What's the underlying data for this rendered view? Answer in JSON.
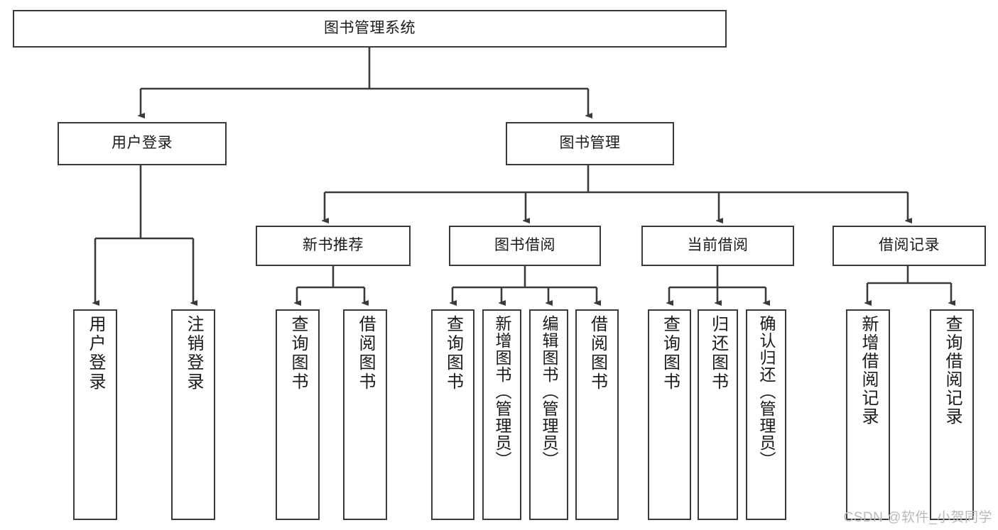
{
  "diagram": {
    "title": "图书管理系统",
    "type": "tree-hierarchy-chart",
    "colors": {
      "box_border": "#3a3a3a",
      "box_fill": "#ffffff",
      "connector": "#3a3a3a",
      "text": "#1a1a1a",
      "watermark": "#b9b9b9"
    },
    "root": {
      "label": "图书管理系统"
    },
    "level2": [
      {
        "label": "用户登录"
      },
      {
        "label": "图书管理"
      }
    ],
    "level3": [
      {
        "label": "新书推荐"
      },
      {
        "label": "图书借阅"
      },
      {
        "label": "当前借阅"
      },
      {
        "label": "借阅记录"
      }
    ],
    "leaves": {
      "user_login": [
        {
          "label": "用户登录"
        },
        {
          "label": "注销登录"
        }
      ],
      "new_book_recommend": [
        {
          "label": "查询图书"
        },
        {
          "label": "借阅图书"
        }
      ],
      "book_borrow": [
        {
          "label": "查询图书"
        },
        {
          "label": "新增图书（管理员）"
        },
        {
          "label": "编辑图书（管理员）"
        },
        {
          "label": "借阅图书"
        }
      ],
      "current_borrow": [
        {
          "label": "查询图书"
        },
        {
          "label": "归还图书"
        },
        {
          "label": "确认归还（管理员）"
        }
      ],
      "borrow_record": [
        {
          "label": "新增借阅记录"
        },
        {
          "label": "查询借阅记录"
        }
      ]
    }
  },
  "watermark": {
    "text": "CSDN @软件_小贺同学"
  }
}
